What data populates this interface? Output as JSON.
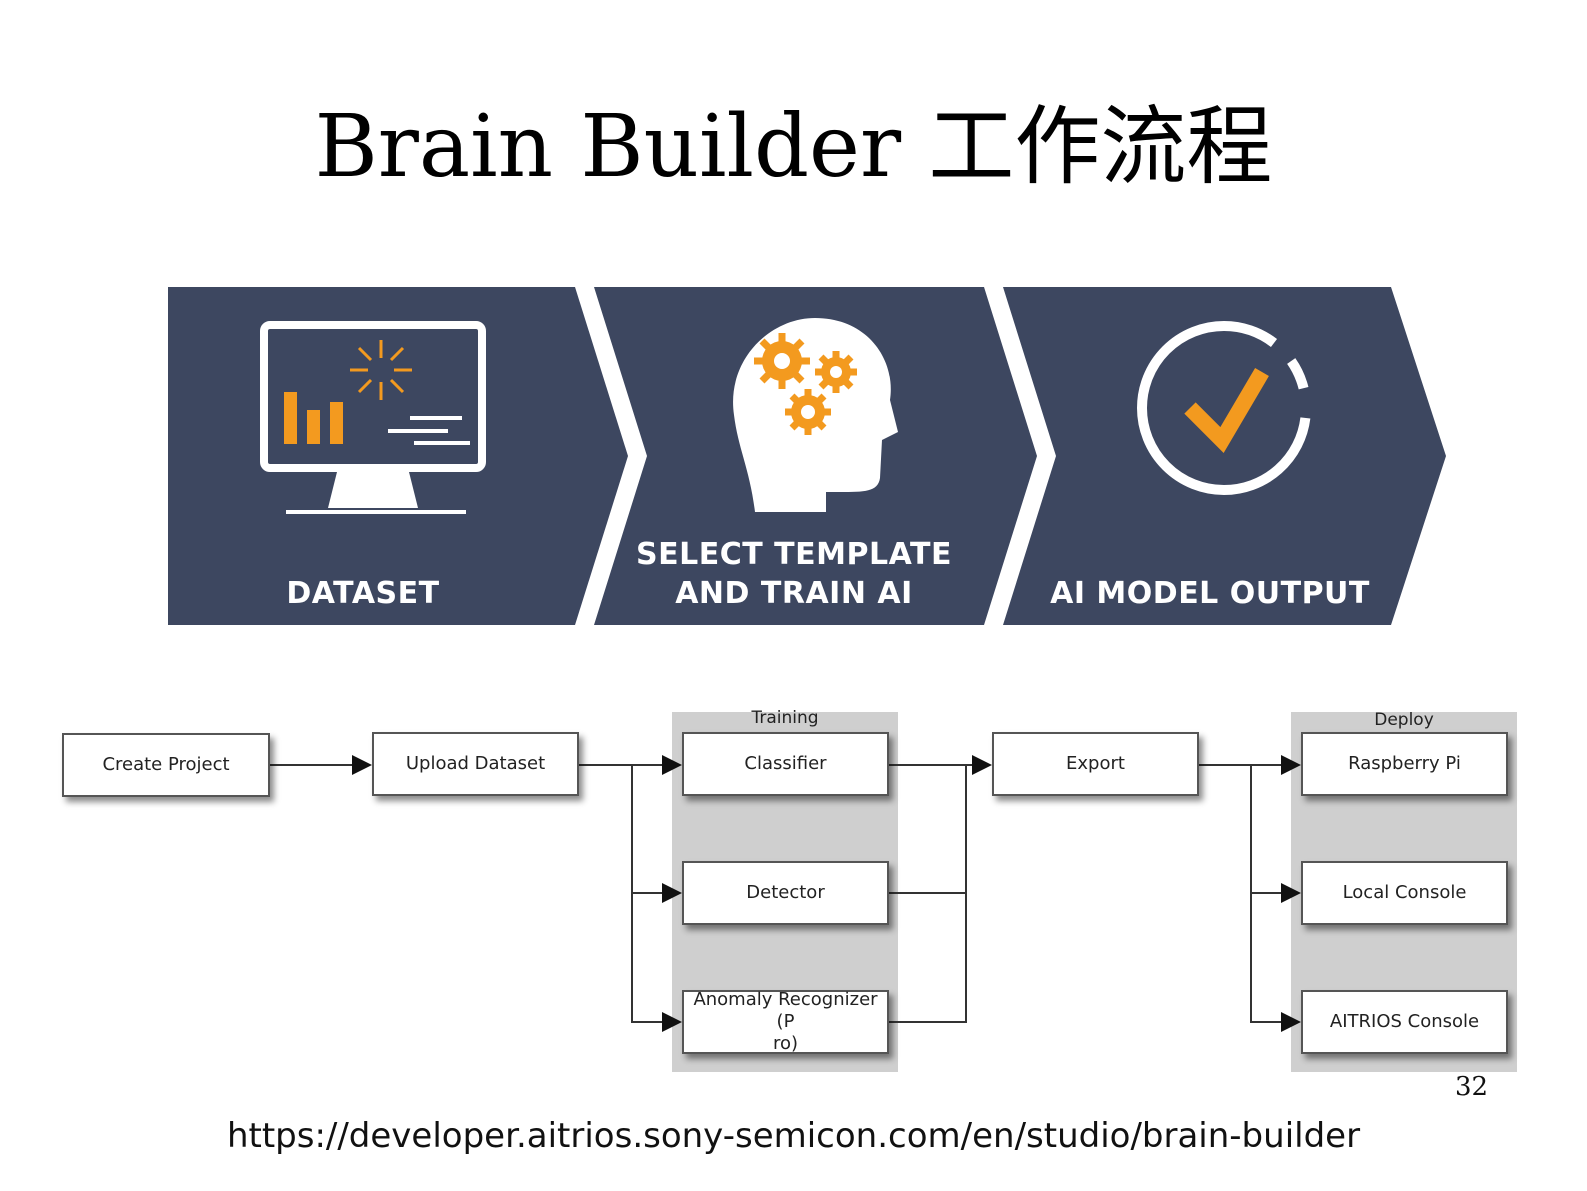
{
  "title": "Brain Builder 工作流程",
  "banner": {
    "background": "#3d4760",
    "accent": "#f39a1f",
    "stages": [
      {
        "label_line1": "DATASET",
        "label_line2": "",
        "icon": "monitor-chart-icon"
      },
      {
        "label_line1": "SELECT TEMPLATE",
        "label_line2": "AND TRAIN AI",
        "icon": "brain-gears-icon"
      },
      {
        "label_line1": "AI MODEL OUTPUT",
        "label_line2": "",
        "icon": "checkmark-circle-icon"
      }
    ]
  },
  "flow": {
    "steps": {
      "create_project": "Create Project",
      "upload_dataset": "Upload Dataset",
      "export": "Export"
    },
    "training": {
      "label": "Training",
      "items": [
        "Classifier",
        "Detector",
        "Anomaly Recognizer (P\nro)"
      ]
    },
    "deploy": {
      "label": "Deploy",
      "items": [
        "Raspberry Pi",
        "Local Console",
        "AITRIOS Console"
      ]
    }
  },
  "page_number": "32",
  "source_url": "https://developer.aitrios.sony-semicon.com/en/studio/brain-builder"
}
